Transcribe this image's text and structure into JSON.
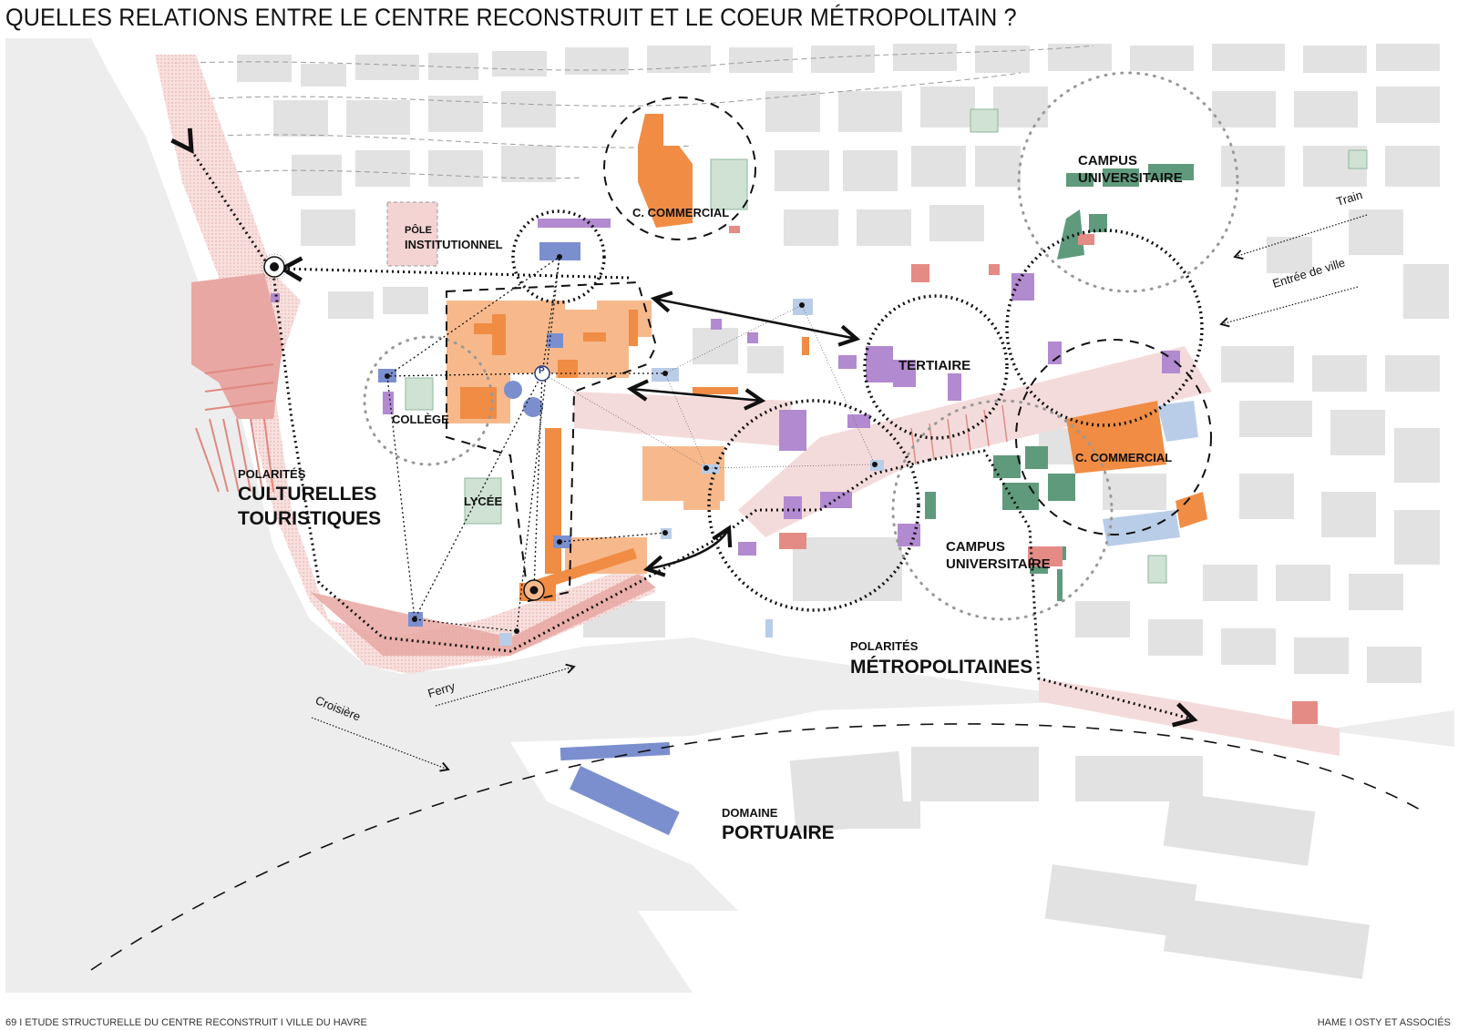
{
  "header": {
    "title": "QUELLES RELATIONS ENTRE LE CENTRE RECONSTRUIT ET LE COEUR MÉTROPOLITAIN ?"
  },
  "footer": {
    "left": "69  I  ETUDE STRUCTURELLE DU CENTRE RECONSTRUIT  I  VILLE DU HAVRE",
    "right": "HAME  I  OSTY ET ASSOCIÉS"
  },
  "map": {
    "colors": {
      "sea": "#ededed",
      "land": "#ffffff",
      "buildings": "#e0e0e0",
      "commercial": "#f08c44",
      "commercial_light": "#f7b98c",
      "culture": "#e48b86",
      "culture_light": "#f4d6d5",
      "campus": "#5f9a7c",
      "campus_light": "#cfe2d4",
      "tertiary": "#b28ad0",
      "institutional": "#7b8fcf",
      "light_blue": "#b9cde8",
      "line": "#111111"
    },
    "labels": {
      "pole_institutionnel_1": "PÔLE",
      "pole_institutionnel_2": "INSTITUTIONNEL",
      "c_commercial_north": "C. COMMERCIAL",
      "campus_north_1": "CAMPUS",
      "campus_north_2": "UNIVERSITAIRE",
      "college": "COLLÈGE",
      "lycee": "LYCÉE",
      "tertiaire": "TERTIAIRE",
      "c_commercial_east": "C. COMMERCIAL",
      "campus_south_1": "CAMPUS",
      "campus_south_2": "UNIVERSITAIRE",
      "polarites_culturelles_small": "POLARITÉS",
      "polarites_culturelles_1": "CULTURELLES",
      "polarites_culturelles_2": "TOURISTIQUES",
      "polarites_metro_small": "POLARITÉS",
      "polarites_metro_big": "MÉTROPOLITAINES",
      "domaine_small": "DOMAINE",
      "domaine_big": "PORTUAIRE",
      "parking": "P"
    },
    "flows": {
      "train": "Train",
      "entree_de_ville": "Entrée de ville",
      "ferry": "Ferry",
      "croisiere": "Croisière"
    },
    "icons": [
      "parking-icon",
      "landmark-target-icon",
      "arrow-icon",
      "double-arrow-icon"
    ]
  }
}
